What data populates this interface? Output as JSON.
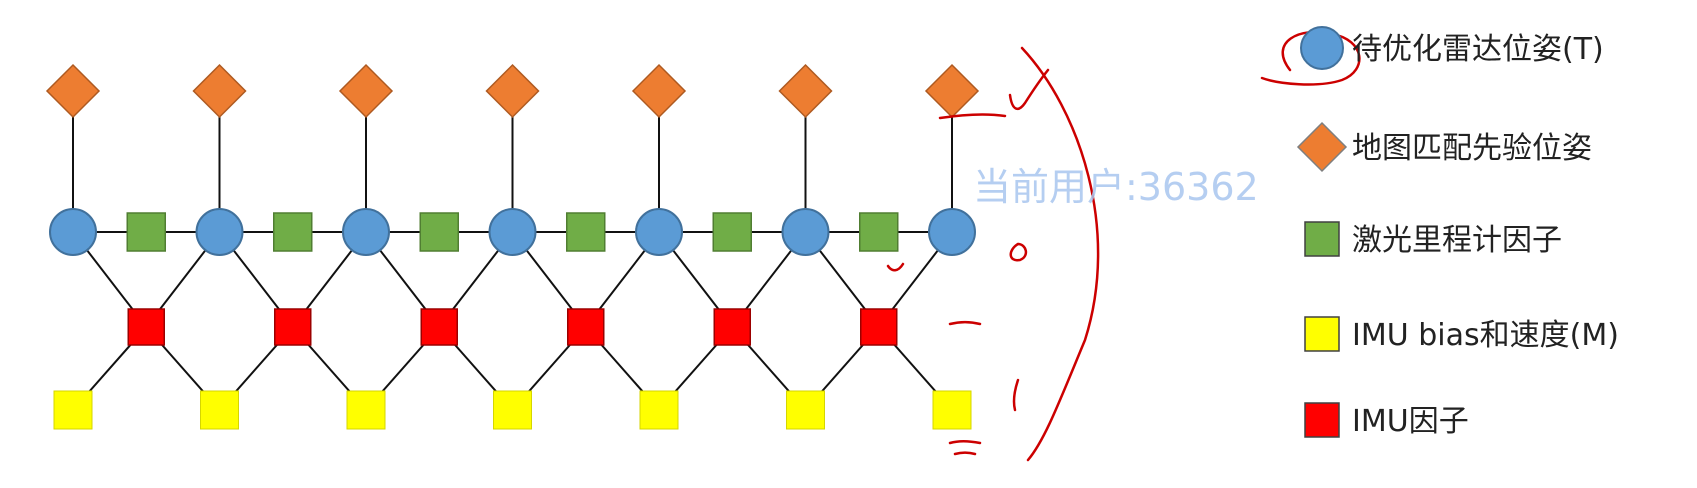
{
  "watermark": "当前用户:36362",
  "legend": [
    {
      "shape": "circle",
      "label": "待优化雷达位姿(T)",
      "color": "#5b9bd5"
    },
    {
      "shape": "diamond",
      "label": "地图匹配先验位姿",
      "color": "#ed7d31"
    },
    {
      "shape": "square",
      "label": "激光里程计因子",
      "color": "#70ad47"
    },
    {
      "shape": "square",
      "label": "IMU bias和速度(M)",
      "color": "#ffff00"
    },
    {
      "shape": "square",
      "label": "IMU因子",
      "color": "#ff0000"
    }
  ],
  "graph": {
    "pose_count": 7,
    "colors": {
      "pose": "#5b9bd5",
      "prior": "#ed7d31",
      "lidar_factor": "#70ad47",
      "imu_factor": "#ff0000",
      "imu_state": "#ffff00",
      "annotation": "#cc0000",
      "edge": "#111111"
    }
  }
}
